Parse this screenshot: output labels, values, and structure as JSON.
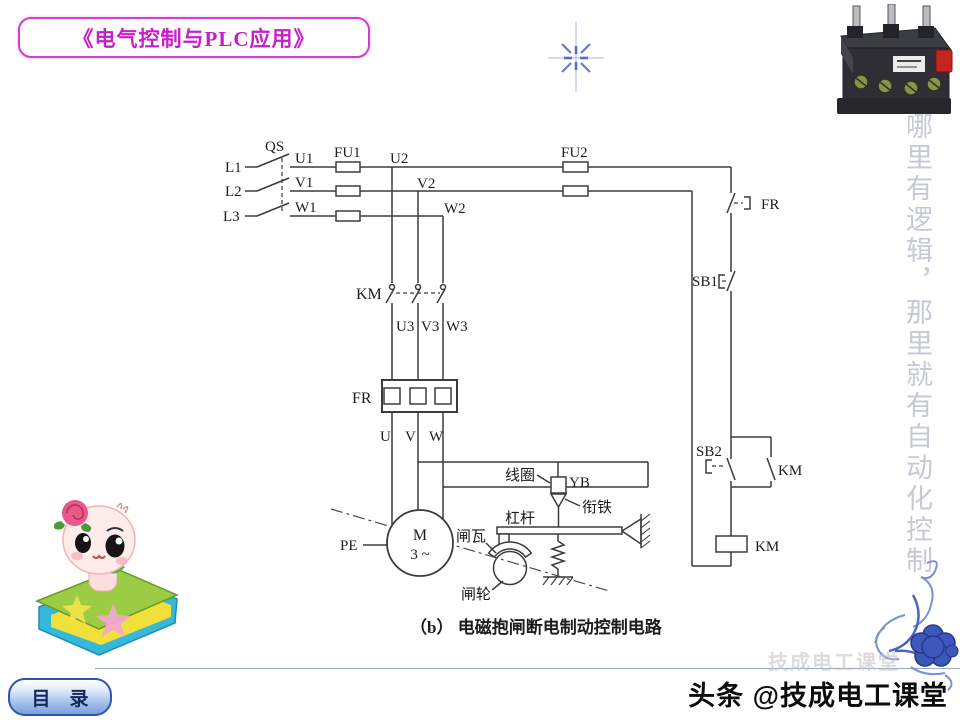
{
  "header": {
    "title": "《电气控制与PLC应用》"
  },
  "side_text": "哪里有逻辑，那里就有自动化控制",
  "footer": {
    "toc_label": "目　录",
    "watermark_bold": "头条 @技成电工课堂",
    "watermark_faint": "技成电工课堂"
  },
  "diagram": {
    "caption": "（b） 电磁抱闸断电制动控制电路",
    "power": {
      "l1": "L1",
      "l2": "L2",
      "l3": "L3",
      "qs": "QS",
      "u1": "U1",
      "v1": "V1",
      "w1": "W1",
      "fu1": "FU1",
      "u2": "U2",
      "v2": "V2",
      "w2": "W2",
      "fu2": "FU2"
    },
    "main": {
      "km": "KM",
      "u3": "U3",
      "v3": "V3",
      "w3": "W3",
      "fr": "FR",
      "u": "U",
      "v": "V",
      "w": "W",
      "pe": "PE",
      "motor_m": "M",
      "motor_ph": "3 ~"
    },
    "brake": {
      "coil": "线圈",
      "yb": "YB",
      "armature": "衔铁",
      "lever": "杠杆",
      "shoe": "闸瓦",
      "wheel": "闸轮"
    },
    "control": {
      "fr": "FR",
      "sb1": "SB1",
      "sb2": "SB2",
      "km_aux": "KM",
      "km_coil": "KM"
    }
  },
  "colors": {
    "accent_magenta": "#c81ec8",
    "toc_blue": "#2f55b4",
    "ornament_blue": "#3d58bb",
    "line": "#3b3b3b",
    "side_text_gray": "#c6c8d6"
  }
}
